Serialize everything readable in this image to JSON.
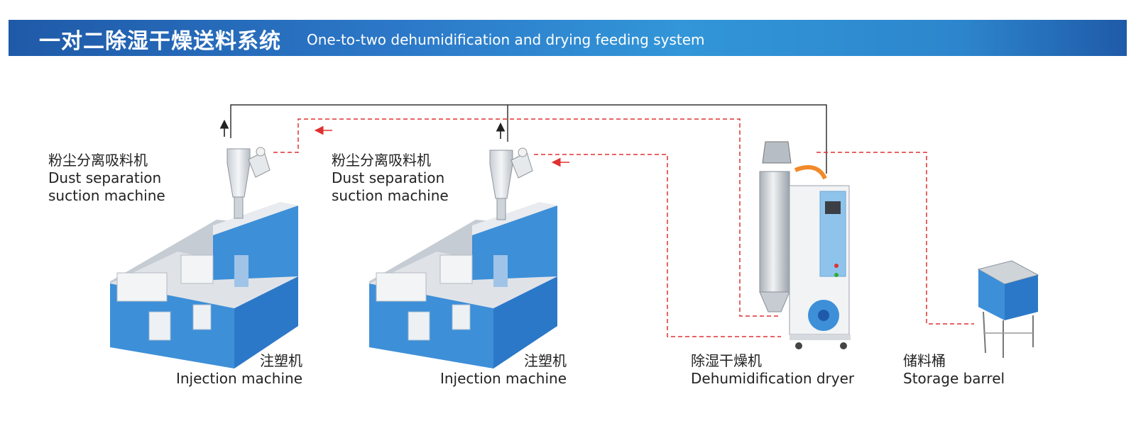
{
  "header": {
    "title_cn": "一对二除湿干燥送料系统",
    "title_en": "One-to-two dehumidification and drying feeding system"
  },
  "loaders": [
    {
      "name_cn": "粉尘分离吸料机",
      "name_en_line1": "Dust separation",
      "name_en_line2": "suction machine"
    },
    {
      "name_cn": "粉尘分离吸料机",
      "name_en_line1": "Dust separation",
      "name_en_line2": "suction machine"
    }
  ],
  "machines": [
    {
      "name_cn": "注塑机",
      "name_en": "Injection machine"
    },
    {
      "name_cn": "注塑机",
      "name_en": "Injection machine"
    }
  ],
  "dryer": {
    "name_cn": "除湿干燥机",
    "name_en": "Dehumidification dryer"
  },
  "barrel": {
    "name_cn": "储料桶",
    "name_en": "Storage barrel"
  },
  "colors": {
    "banner": "#2c78c8",
    "machine_blue": "#3d8fd8",
    "machine_grey": "#d9dde2",
    "return_line": "#333333",
    "feed_line": "#e03030"
  }
}
